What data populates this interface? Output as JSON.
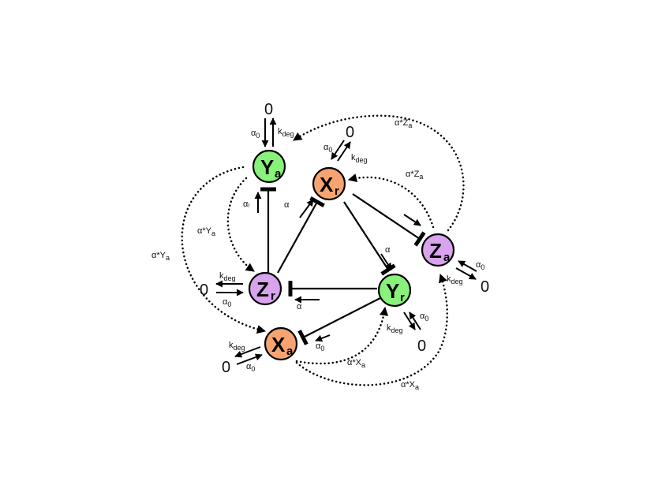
{
  "colors": {
    "green": "#88f27a",
    "orange": "#f7a472",
    "purple": "#d9a3ee",
    "stroke": "#000000"
  },
  "nodes": {
    "Ya": {
      "main": "Y",
      "sub": "a",
      "color": "green"
    },
    "Xr": {
      "main": "X",
      "sub": "r",
      "color": "orange"
    },
    "Za": {
      "main": "Z",
      "sub": "a",
      "color": "purple"
    },
    "Zr": {
      "main": "Z",
      "sub": "r",
      "color": "purple"
    },
    "Yr": {
      "main": "Y",
      "sub": "r",
      "color": "green"
    },
    "Xa": {
      "main": "X",
      "sub": "a",
      "color": "orange"
    }
  },
  "labels": {
    "zero": "0",
    "alpha": "α",
    "alpha_i": "αᵢ",
    "alpha0": "α",
    "alpha0_sub": "0",
    "kdeg_k": "k",
    "kdeg_sub": "deg",
    "aZa": "α*Z",
    "aYa": "α*Y",
    "aXa": "α*X",
    "sub_a": "a"
  }
}
